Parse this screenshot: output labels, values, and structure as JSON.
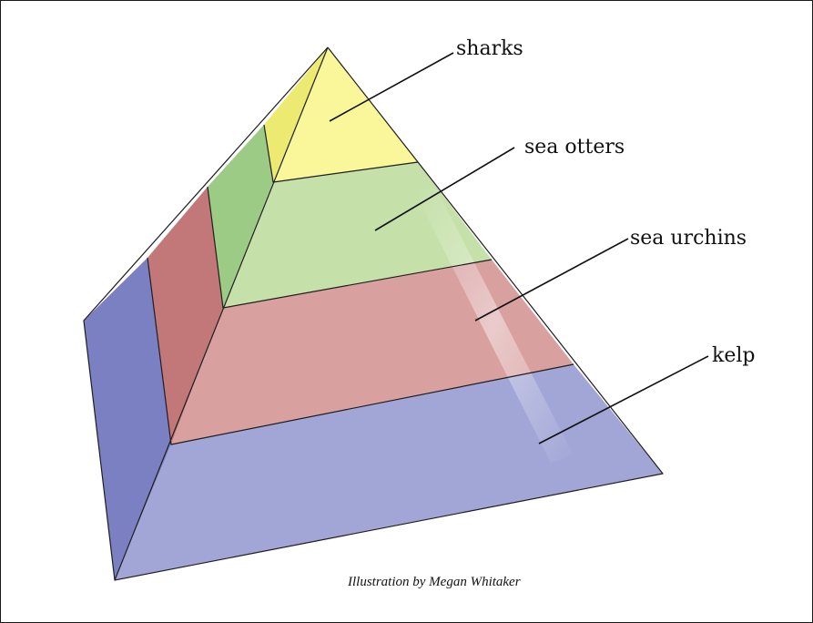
{
  "diagram": {
    "levels": [
      {
        "label": "sharks",
        "front_color": "#f9f79a",
        "side_color": "#ecea70"
      },
      {
        "label": "sea otters",
        "front_color": "#c5e0a9",
        "side_color": "#9ccb86"
      },
      {
        "label": "sea urchins",
        "front_color": "#d9a0a0",
        "side_color": "#c27878"
      },
      {
        "label": "kelp",
        "front_color": "#a2a6d6",
        "side_color": "#7a80c2"
      }
    ],
    "credit": "Illustration by Megan Whitaker"
  }
}
